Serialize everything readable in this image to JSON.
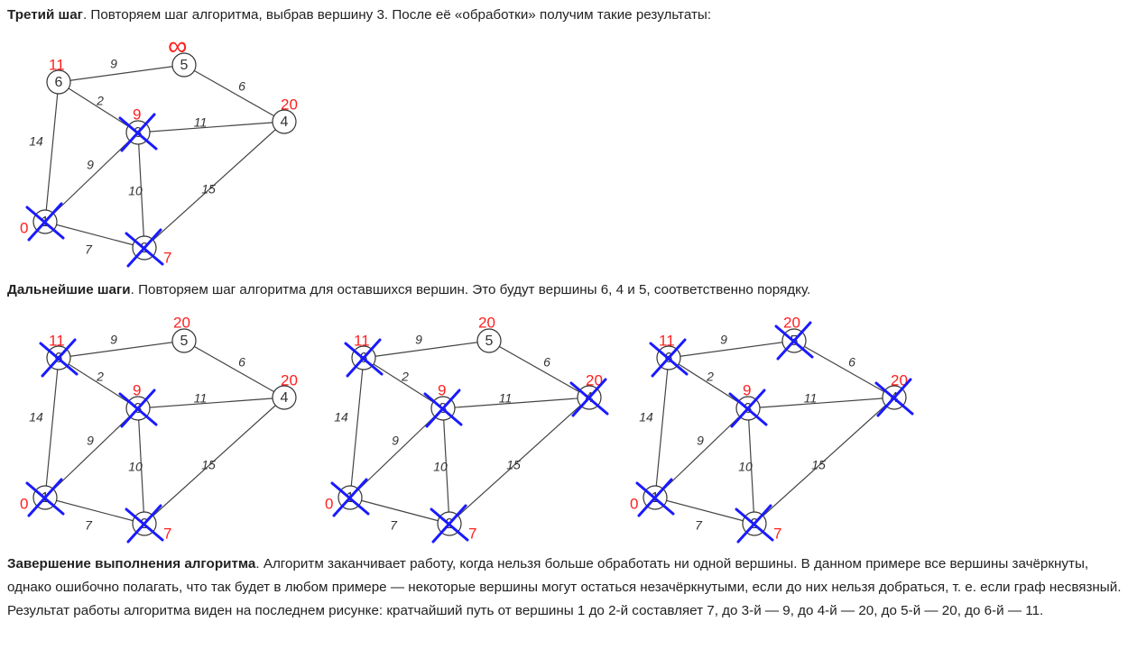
{
  "paragraphs": {
    "step3": {
      "bold": "Третий шаг",
      "text": ". Повторяем шаг алгоритма, выбрав вершину 3. После её «обработки» получим такие результаты:"
    },
    "further": {
      "bold": "Дальнейшие шаги",
      "text": ". Повторяем шаг алгоритма для оставшихся вершин. Это будут вершины 6, 4 и 5, соответственно порядку."
    },
    "finish": {
      "bold": "Завершение выполнения алгоритма",
      "text": ". Алгоритм заканчивает работу, когда нельзя больше обработать ни одной вершины. В данном примере все вершины зачёркнуты, однако ошибочно полагать, что так будет в любом примере — некоторые вершины могут остаться незачёркнутыми, если до них нельзя добраться, т. е. если граф несвязный. Результат работы алгоритма виден на последнем рисунке: кратчайший путь от вершины 1 до 2-й составляет 7, до 3-й — 9, до 4-й — 20, до 5-й — 20, до 6-й — 11."
    }
  },
  "graph": {
    "nodes": [
      {
        "id": "1",
        "label": "1"
      },
      {
        "id": "2",
        "label": "2"
      },
      {
        "id": "3",
        "label": "3"
      },
      {
        "id": "4",
        "label": "4"
      },
      {
        "id": "5",
        "label": "5"
      },
      {
        "id": "6",
        "label": "6"
      }
    ],
    "edges": [
      {
        "from": "6",
        "to": "5",
        "weight": "9"
      },
      {
        "from": "6",
        "to": "3",
        "weight": "2"
      },
      {
        "from": "6",
        "to": "1",
        "weight": "14"
      },
      {
        "from": "5",
        "to": "4",
        "weight": "6"
      },
      {
        "from": "3",
        "to": "4",
        "weight": "11"
      },
      {
        "from": "3",
        "to": "1",
        "weight": "9"
      },
      {
        "from": "3",
        "to": "2",
        "weight": "10"
      },
      {
        "from": "2",
        "to": "4",
        "weight": "15"
      },
      {
        "from": "1",
        "to": "2",
        "weight": "7"
      }
    ]
  },
  "figures": [
    {
      "distances": {
        "1": "0",
        "2": "7",
        "3": "9",
        "4": "20",
        "5": "∞",
        "6": "11"
      },
      "crossed": [
        "1",
        "2",
        "3"
      ]
    },
    {
      "distances": {
        "1": "0",
        "2": "7",
        "3": "9",
        "4": "20",
        "5": "20",
        "6": "11"
      },
      "crossed": [
        "1",
        "2",
        "3",
        "6"
      ]
    },
    {
      "distances": {
        "1": "0",
        "2": "7",
        "3": "9",
        "4": "20",
        "5": "20",
        "6": "11"
      },
      "crossed": [
        "1",
        "2",
        "3",
        "6",
        "4"
      ]
    },
    {
      "distances": {
        "1": "0",
        "2": "7",
        "3": "9",
        "4": "20",
        "5": "20",
        "6": "11"
      },
      "crossed": [
        "1",
        "2",
        "3",
        "6",
        "4",
        "5"
      ]
    }
  ],
  "colors": {
    "text": "#222222",
    "edge": "#444444",
    "distance": "#ff2020",
    "cross": "#1a1aff"
  }
}
